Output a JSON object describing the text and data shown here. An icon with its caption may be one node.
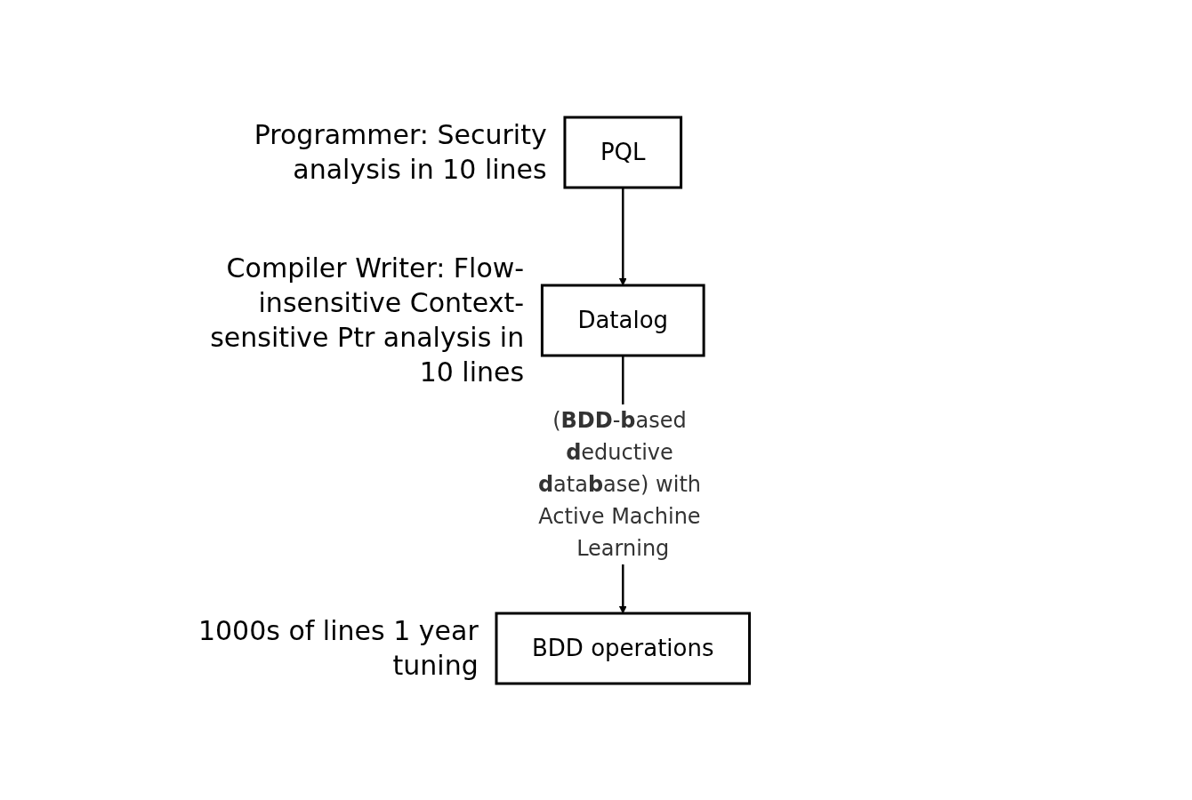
{
  "diagram": {
    "nodes": [
      {
        "text": [
          "PQL"
        ],
        "beside": [
          "Programmer: Security analysis in 10 lines"
        ]
      },
      {
        "text": [
          "Datalog"
        ],
        "beside": [
          "Compiler Writer: Flow-insensitive Context-sensitive Ptr analysis in 10 lines"
        ]
      },
      {
        "text": [
          "BDD operations"
        ],
        "beside": [
          "1000s of lines 1 year tuning"
        ]
      }
    ],
    "edges": [
      {
        "from": 0,
        "to": 1,
        "arrow": "to"
      },
      {
        "from": 1,
        "to": 2,
        "arrow": "to",
        "label": "(**BDD**-**b**ased **d**eductive **d**ata**b**ase) with Active Machine Learning"
      }
    ]
  }
}
